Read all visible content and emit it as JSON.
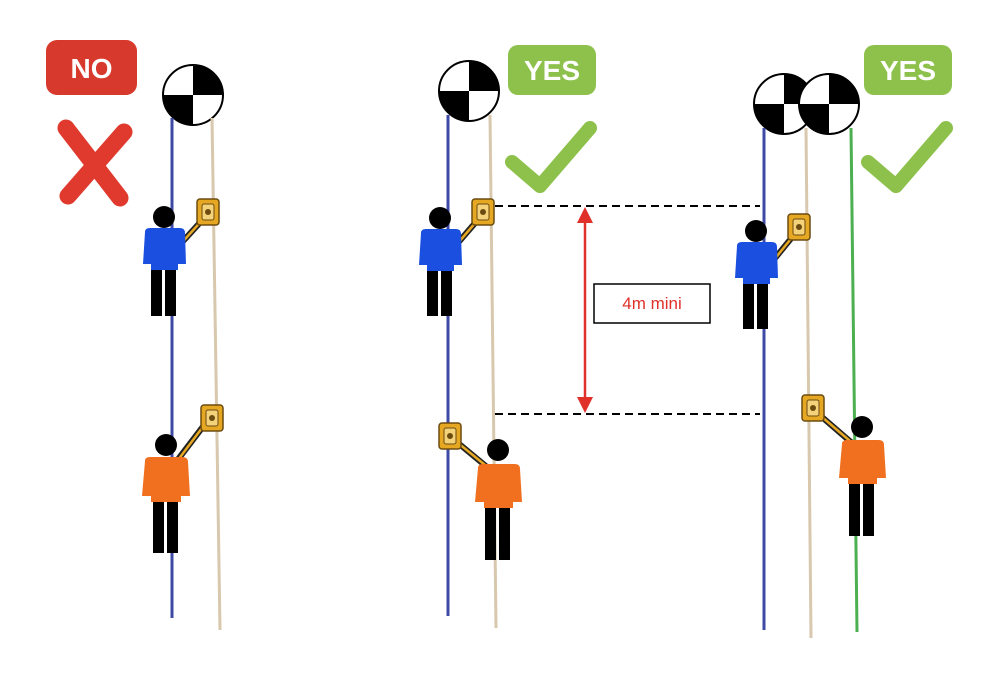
{
  "panels": [
    {
      "id": "left",
      "badge": "NO",
      "verdict": "incorrect"
    },
    {
      "id": "middle",
      "badge": "YES",
      "verdict": "correct"
    },
    {
      "id": "right",
      "badge": "YES",
      "verdict": "correct"
    }
  ],
  "measurement": {
    "label": "4m mini"
  },
  "colors": {
    "no_badge": "#d73a2c",
    "yes_badge": "#8dc14b",
    "cross": "#e03a2e",
    "check": "#8dc14b",
    "rope_blue": "#3e4aa6",
    "rope_beige": "#d8c8ae",
    "rope_green": "#4caf50",
    "shirt_blue": "#1a4fe0",
    "shirt_orange": "#f07020",
    "measure_red": "#e0302a",
    "device_gold": "#e6a822"
  },
  "icons": [
    "cross-icon",
    "check-icon",
    "anchor-target-icon",
    "rope-grab-icon",
    "climber-icon"
  ]
}
